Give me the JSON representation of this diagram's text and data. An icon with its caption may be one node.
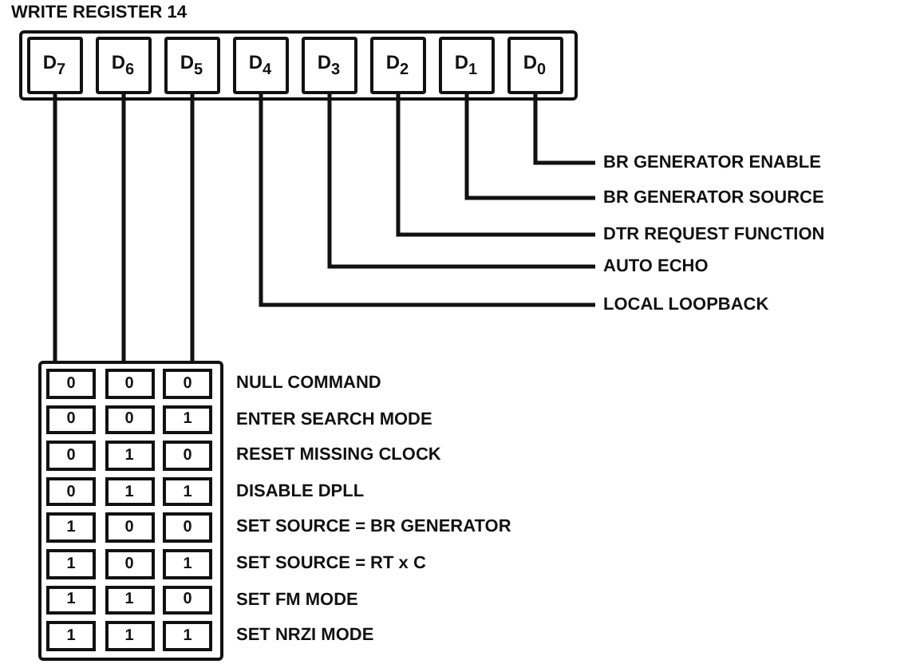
{
  "diagram": {
    "title": "WRITE REGISTER 14",
    "nodes": [
      {
        "text": [],
        "shape": "box"
      },
      {
        "text": [
          "D$_{7}$"
        ],
        "in": 0
      },
      {
        "text": [
          "D$_{6}$"
        ],
        "in": 0
      },
      {
        "text": [
          "D$_{5}$"
        ],
        "in": 0
      },
      {
        "text": [
          "D$_{4}$"
        ],
        "in": 0
      },
      {
        "text": [
          "D$_{3}$"
        ],
        "in": 0
      },
      {
        "text": [
          "D$_{2}$"
        ],
        "in": 0
      },
      {
        "text": [
          "D$_{1}$"
        ],
        "in": 0
      },
      {
        "text": [
          "D$_{0}$"
        ],
        "in": 0
      },
      {
        "text": [
          "BR GENERATOR ENABLE"
        ]
      },
      {
        "text": [
          "BR GENERATOR SOURCE"
        ]
      },
      {
        "text": [
          "DTR REQUEST FUNCTION"
        ]
      },
      {
        "text": [
          "AUTO ECHO"
        ]
      },
      {
        "text": [
          "LOCAL LOOPBACK"
        ]
      },
      {
        "text": [],
        "shape": "box"
      }
    ],
    "edges": [
      {
        "from": 8,
        "to": 9,
        "arrow": "none"
      },
      {
        "from": 7,
        "to": 10,
        "arrow": "none"
      },
      {
        "from": 6,
        "to": 11,
        "arrow": "none"
      },
      {
        "from": 5,
        "to": 12,
        "arrow": "none"
      },
      {
        "from": 4,
        "to": 13,
        "arrow": "none"
      },
      {
        "from": 1,
        "to": 14,
        "arrow": "none"
      },
      {
        "from": 2,
        "to": 14,
        "arrow": "none"
      },
      {
        "from": 3,
        "to": 14,
        "arrow": "none"
      }
    ],
    "labels": [
      "0",
      "0",
      "0",
      "NULL COMMAND",
      "0",
      "0",
      "1",
      "ENTER SEARCH MODE",
      "0",
      "1",
      "0",
      "RESET MISSING CLOCK",
      "0",
      "1",
      "1",
      "DISABLE DPLL",
      "1",
      "0",
      "0",
      "SET SOURCE = BR GENERATOR",
      "1",
      "0",
      "1",
      "SET SOURCE = RT x C",
      "1",
      "1",
      "0",
      "SET FM MODE",
      "1",
      "1",
      "1",
      "SET NRZI MODE"
    ]
  }
}
